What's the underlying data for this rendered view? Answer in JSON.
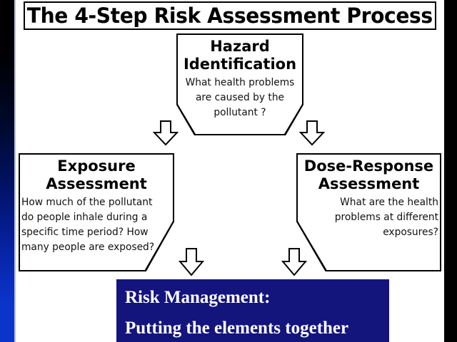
{
  "slide": {
    "title": "The 4-Step Risk Assessment Process",
    "background_color": "#ffffff",
    "accent_color": "#14147d"
  },
  "decor": {
    "left_strip": {
      "name": "left-gradient-strip",
      "top_color": "#000000",
      "bottom_color": "#0b34c8"
    },
    "right_strip": {
      "name": "right-black-strip",
      "color": "#000000"
    }
  },
  "steps": [
    {
      "id": "hazard-identification",
      "heading_line_1": "Hazard",
      "heading_line_2": "Identification",
      "body": "What health problems are caused by the pollutant ?"
    },
    {
      "id": "exposure-assessment",
      "heading_line_1": "Exposure",
      "heading_line_2": "Assessment",
      "body": "How much of the pollutant do people inhale during a specific time period? How many people are exposed?"
    },
    {
      "id": "dose-response-assessment",
      "heading_line_1": "Dose-Response",
      "heading_line_2": "Assessment",
      "body": "What are the health problems at different exposures?"
    }
  ],
  "arrows": [
    {
      "id": "hazard-to-exposure",
      "direction": "down"
    },
    {
      "id": "hazard-to-dose-response",
      "direction": "down"
    },
    {
      "id": "exposure-to-risk-management",
      "direction": "down"
    },
    {
      "id": "dose-response-to-risk-management",
      "direction": "down"
    }
  ],
  "risk_management": {
    "line_1": "Risk Management:",
    "line_2": "Putting the elements together",
    "background_color": "#14147d",
    "text_color": "#ffffff"
  }
}
